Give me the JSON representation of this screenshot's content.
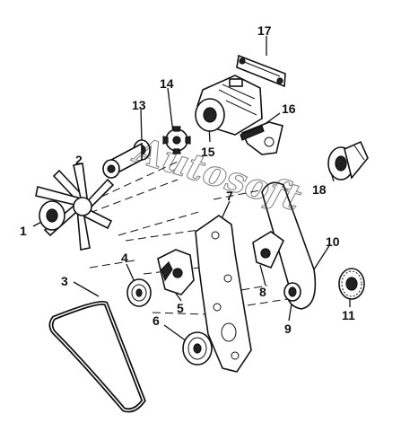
{
  "watermark": "Autosoft",
  "callouts": [
    {
      "id": "1",
      "text": "1"
    },
    {
      "id": "2",
      "text": "2"
    },
    {
      "id": "3",
      "text": "3"
    },
    {
      "id": "4",
      "text": "4"
    },
    {
      "id": "5",
      "text": "5"
    },
    {
      "id": "6",
      "text": "6"
    },
    {
      "id": "7",
      "text": "7"
    },
    {
      "id": "8",
      "text": "8"
    },
    {
      "id": "9",
      "text": "9"
    },
    {
      "id": "10",
      "text": "10"
    },
    {
      "id": "11",
      "text": "11"
    },
    {
      "id": "13",
      "text": "13"
    },
    {
      "id": "14",
      "text": "14"
    },
    {
      "id": "15",
      "text": "15"
    },
    {
      "id": "16",
      "text": "16"
    },
    {
      "id": "17",
      "text": "17"
    },
    {
      "id": "18",
      "text": "18"
    }
  ],
  "colors": {
    "ink": "#111111",
    "paper": "#ffffff"
  }
}
